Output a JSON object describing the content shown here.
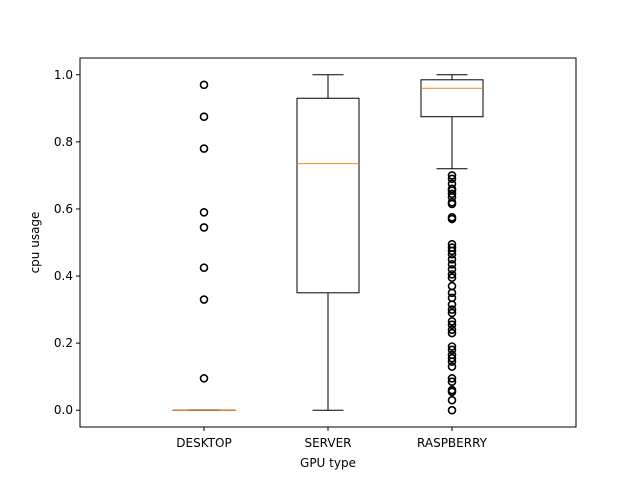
{
  "chart_data": {
    "type": "box",
    "title": "",
    "xlabel": "GPU type",
    "ylabel": "cpu usage",
    "ylim": [
      -0.05,
      1.05
    ],
    "yticks": [
      0.0,
      0.2,
      0.4,
      0.6,
      0.8,
      1.0
    ],
    "ytick_labels": [
      "0.0",
      "0.2",
      "0.4",
      "0.6",
      "0.8",
      "1.0"
    ],
    "categories": [
      "DESKTOP",
      "SERVER",
      "RASPBERRY"
    ],
    "box_color": "#000000",
    "median_color": "#ff7f0e",
    "boxes": [
      {
        "name": "DESKTOP",
        "whisker_low": 0.0,
        "q1": 0.0,
        "median": 0.0,
        "q3": 0.0,
        "whisker_high": 0.0,
        "outliers": [
          0.97,
          0.875,
          0.78,
          0.59,
          0.545,
          0.425,
          0.33,
          0.095
        ]
      },
      {
        "name": "SERVER",
        "whisker_low": 0.0,
        "q1": 0.35,
        "median": 0.735,
        "q3": 0.93,
        "whisker_high": 1.0,
        "outliers": []
      },
      {
        "name": "RASPBERRY",
        "whisker_low": 0.72,
        "q1": 0.875,
        "median": 0.96,
        "q3": 0.985,
        "whisker_high": 1.0,
        "outliers": [
          0.7,
          0.69,
          0.675,
          0.66,
          0.655,
          0.645,
          0.635,
          0.62,
          0.615,
          0.575,
          0.57,
          0.495,
          0.485,
          0.475,
          0.465,
          0.45,
          0.435,
          0.42,
          0.405,
          0.395,
          0.37,
          0.35,
          0.335,
          0.315,
          0.3,
          0.29,
          0.265,
          0.255,
          0.24,
          0.23,
          0.19,
          0.18,
          0.165,
          0.155,
          0.145,
          0.13,
          0.095,
          0.085,
          0.06,
          0.055,
          0.03,
          0.0
        ]
      }
    ]
  }
}
